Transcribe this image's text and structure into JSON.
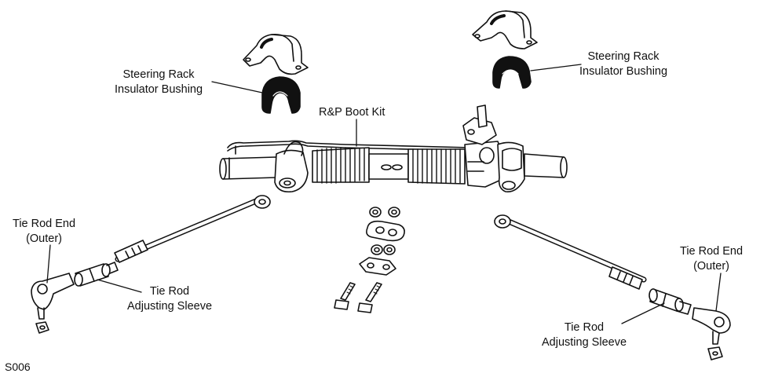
{
  "figure_code": "S006",
  "labels": {
    "bushing_left": {
      "line1": "Steering Rack",
      "line2": "Insulator Bushing"
    },
    "bushing_right": {
      "line1": "Steering Rack",
      "line2": "Insulator Bushing"
    },
    "boot_kit": "R&P Boot Kit",
    "tie_rod_end_left": {
      "line1": "Tie Rod End",
      "line2": "(Outer)"
    },
    "tie_rod_end_right": {
      "line1": "Tie Rod End",
      "line2": "(Outer)"
    },
    "sleeve_left": {
      "line1": "Tie Rod",
      "line2": "Adjusting Sleeve"
    },
    "sleeve_right": {
      "line1": "Tie Rod",
      "line2": "Adjusting Sleeve"
    }
  },
  "colors": {
    "ink": "#111111",
    "background": "#ffffff"
  }
}
